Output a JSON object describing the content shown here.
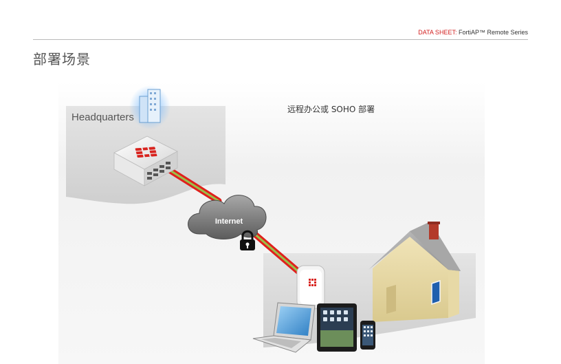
{
  "header": {
    "label_red": "DATA SHEET:",
    "label_rest": "FortiAP™ Remote Series"
  },
  "page_title": "部署场景",
  "diagram": {
    "subtitle": "远程办公或 SOHO 部署",
    "hq_label": "Headquarters",
    "cloud_label": "Internet",
    "colors": {
      "tunnel_red": "#e0201c",
      "tunnel_green": "#9ac04a",
      "brand_red": "#d8231e",
      "panel_gray": "#d9d9d9"
    }
  }
}
